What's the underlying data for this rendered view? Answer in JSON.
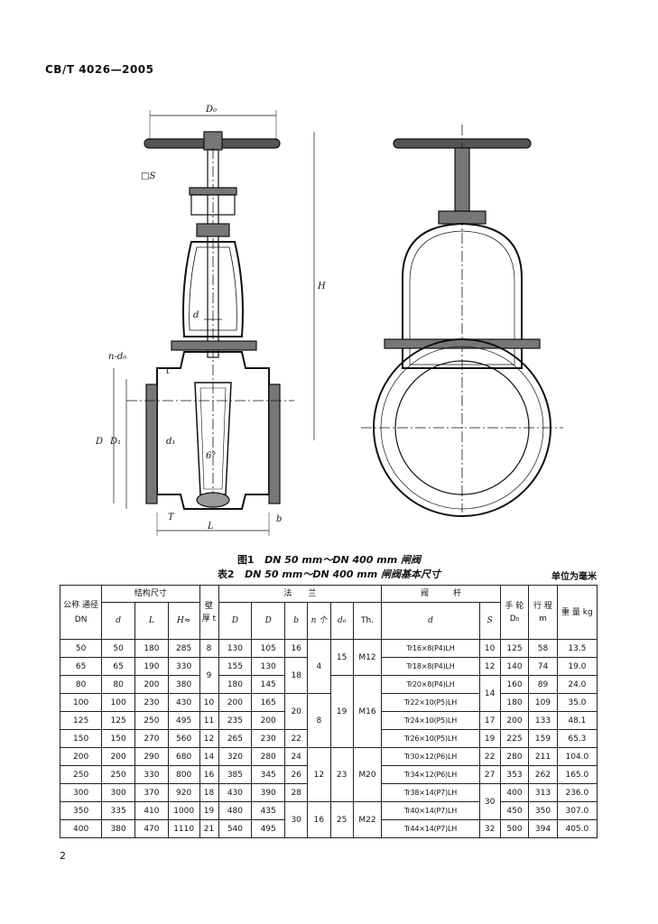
{
  "header": {
    "standard": "CB/T 4026—2005"
  },
  "drawing": {
    "labels": {
      "D0": "D₀",
      "S": "□S",
      "H": "H",
      "d": "d",
      "ndo": "n-d₀",
      "t": "t",
      "D": "D",
      "D1": "D₁",
      "d1": "d₁",
      "angle": "6°",
      "T": "T",
      "b": "b",
      "L": "L"
    }
  },
  "captions": {
    "figure_num": "图1",
    "figure_text": "DN 50 mm～DN 400 mm 闸阀",
    "table_num": "表2",
    "table_text": "DN 50 mm～DN 400 mm 闸阀基本尺寸",
    "unit": "单位为毫米"
  },
  "table": {
    "group_headers": {
      "nominal": "公称 通径 DN",
      "structure": "结构尺寸",
      "wall": "壁 厚 t",
      "flange": "法　　兰",
      "stem": "阀　　　杆",
      "handwheel": "手 轮 D₀",
      "travel": "行 程 m",
      "mass": "重 量 kg"
    },
    "sub_headers": {
      "d": "d",
      "L": "L",
      "H": "H≈",
      "D": "D",
      "D1": "D",
      "b": "b",
      "n": "n 个",
      "d0": "d₀",
      "Th": "Th.",
      "stem_d": "d",
      "S": "S"
    },
    "rows": [
      {
        "dn": "50",
        "d": "50",
        "L": "180",
        "H": "285",
        "D": "130",
        "D1": "105",
        "Tr": "Tr16×8(P4)LH",
        "S": "10",
        "D0": "125",
        "m": "58",
        "kg": "13.5"
      },
      {
        "dn": "65",
        "d": "65",
        "L": "190",
        "H": "330",
        "D": "155",
        "D1": "130",
        "Tr": "Tr18×8(P4)LH",
        "S": "12",
        "D0": "140",
        "m": "74",
        "kg": "19.0"
      },
      {
        "dn": "80",
        "d": "80",
        "L": "200",
        "H": "380",
        "D": "180",
        "D1": "145",
        "Tr": "Tr20×8(P4)LH",
        "D0": "160",
        "m": "89",
        "kg": "24.0"
      },
      {
        "dn": "100",
        "d": "100",
        "L": "230",
        "H": "430",
        "D": "200",
        "D1": "165",
        "Tr": "Tr22×10(P5)LH",
        "D0": "180",
        "m": "109",
        "kg": "35.0"
      },
      {
        "dn": "125",
        "d": "125",
        "L": "250",
        "H": "495",
        "D": "235",
        "D1": "200",
        "Tr": "Tr24×10(P5)LH",
        "S": "17",
        "D0": "200",
        "m": "133",
        "kg": "48.1"
      },
      {
        "dn": "150",
        "d": "150",
        "L": "270",
        "H": "560",
        "D": "265",
        "D1": "230",
        "Tr": "Tr26×10(P5)LH",
        "S": "19",
        "D0": "225",
        "m": "159",
        "kg": "65.3"
      },
      {
        "dn": "200",
        "d": "200",
        "L": "290",
        "H": "680",
        "D": "320",
        "D1": "280",
        "Tr": "Tr30×12(P6)LH",
        "S": "22",
        "D0": "280",
        "m": "211",
        "kg": "104.0"
      },
      {
        "dn": "250",
        "d": "250",
        "L": "330",
        "H": "800",
        "D": "385",
        "D1": "345",
        "Tr": "Tr34×12(P6)LH",
        "S": "27",
        "D0": "353",
        "m": "262",
        "kg": "165.0"
      },
      {
        "dn": "300",
        "d": "300",
        "L": "370",
        "H": "920",
        "D": "430",
        "D1": "390",
        "Tr": "Tr38×14(P7)LH",
        "D0": "400",
        "m": "313",
        "kg": "236.0"
      },
      {
        "dn": "350",
        "d": "335",
        "L": "410",
        "H": "1000",
        "D": "480",
        "D1": "435",
        "Tr": "Tr40×14(P7)LH",
        "D0": "450",
        "m": "350",
        "kg": "307.0"
      },
      {
        "dn": "400",
        "d": "380",
        "L": "470",
        "H": "1110",
        "D": "540",
        "D1": "495",
        "Tr": "Tr44×14(P7)LH",
        "S": "32",
        "D0": "500",
        "m": "394",
        "kg": "405.0"
      }
    ],
    "merged": {
      "t_a": "8",
      "t_b": "9",
      "t_c": "10",
      "t_d": "11",
      "t_e": "12",
      "t_f": "14",
      "t_g": "16",
      "t_h": "18",
      "t_i": "19",
      "t_j": "21",
      "b_a": "16",
      "b_b": "18",
      "b_c": "20",
      "b_d": "22",
      "b_e": "24",
      "b_f": "26",
      "b_g": "28",
      "b_h": "30",
      "n_a": "4",
      "n_b": "8",
      "n_c": "12",
      "n_d": "16",
      "d0_a": "15",
      "d0_b": "19",
      "d0_c": "23",
      "d0_d": "25",
      "th_a": "M12",
      "th_b": "M16",
      "th_c": "M20",
      "th_d": "M22",
      "S_a": "14",
      "S_b": "30"
    }
  },
  "page": {
    "number": "2"
  }
}
